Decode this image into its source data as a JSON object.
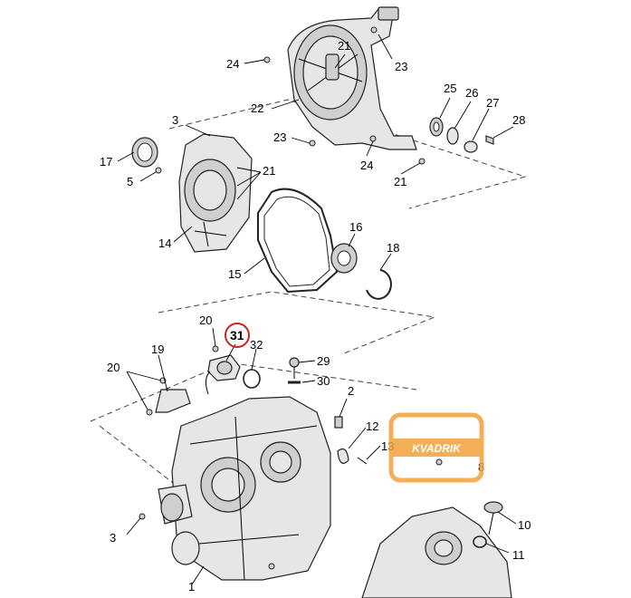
{
  "diagram": {
    "labels": {
      "l1": "1",
      "l2": "2",
      "l3a": "3",
      "l3b": "3",
      "l5": "5",
      "l8": "8",
      "l10": "10",
      "l11": "11",
      "l12": "12",
      "l13": "13",
      "l14": "14",
      "l15": "15",
      "l16": "16",
      "l17": "17",
      "l18": "18",
      "l19": "19",
      "l20a": "20",
      "l20b": "20",
      "l21a": "21",
      "l21b": "21",
      "l21c": "21",
      "l22": "22",
      "l23a": "23",
      "l23b": "23",
      "l24a": "24",
      "l24b": "24",
      "l25": "25",
      "l26": "26",
      "l27": "27",
      "l28": "28",
      "l29": "29",
      "l30": "30",
      "l31": "31",
      "l32": "32"
    },
    "highlight_part": "31",
    "highlight_color": "#cc2222",
    "watermark": {
      "text": "KVADRIK",
      "color": "#f2a23a"
    }
  }
}
